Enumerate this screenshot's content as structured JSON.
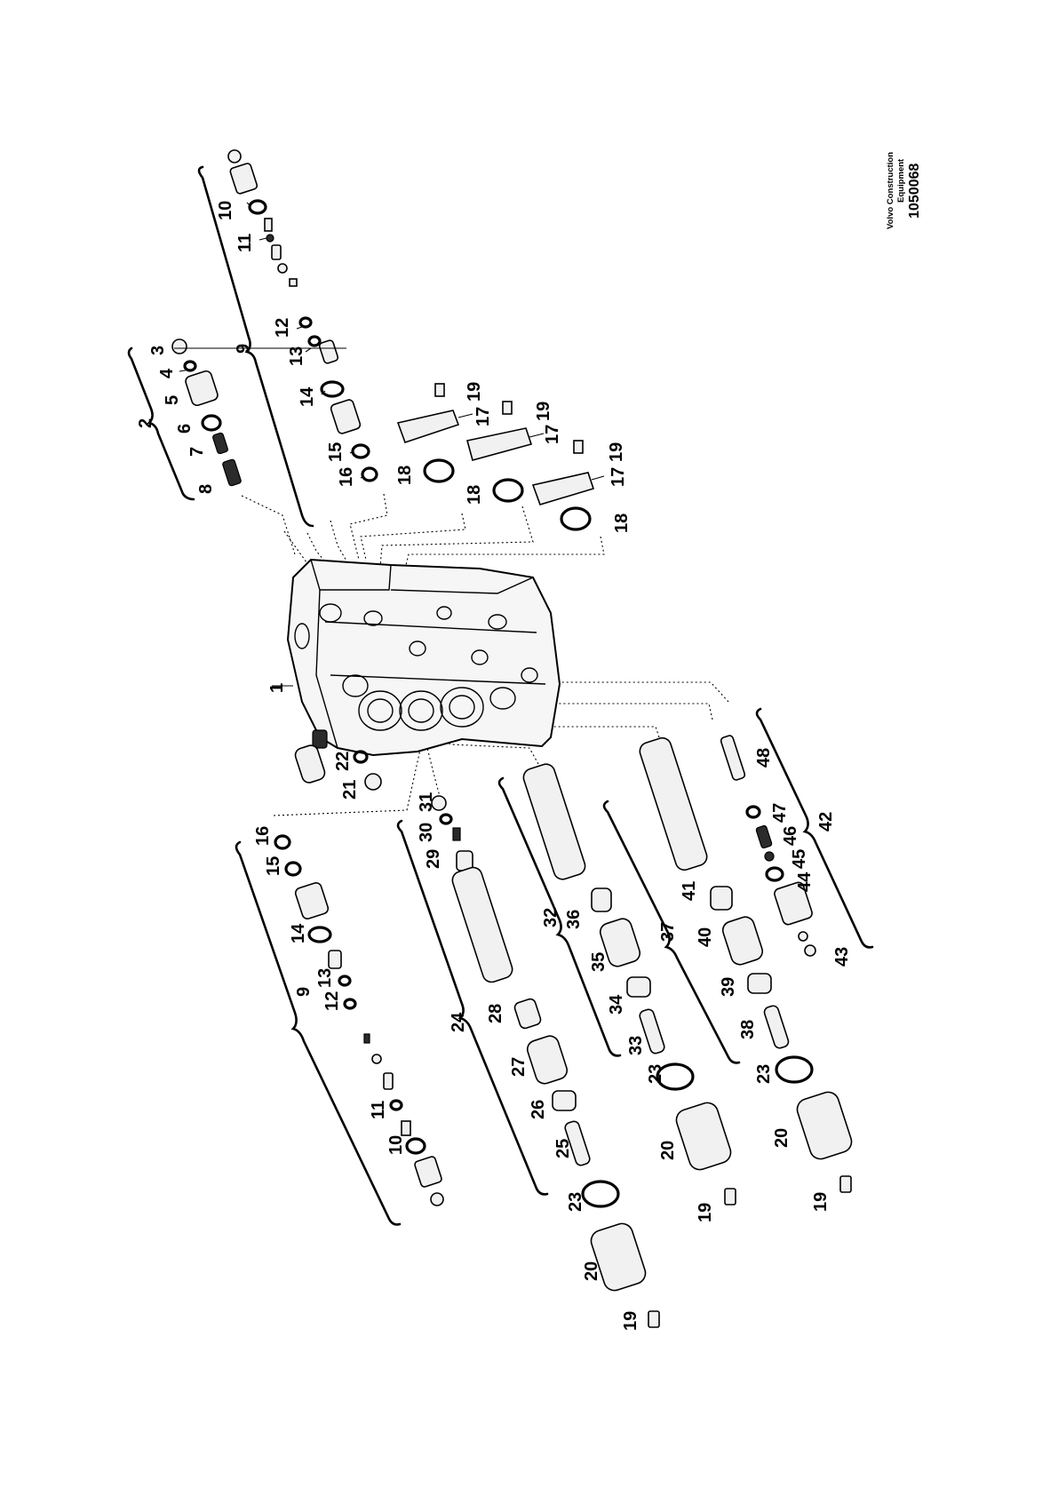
{
  "credit": {
    "company_line1": "Volvo Construction",
    "company_line2": "Equipment",
    "reference": "1050068"
  },
  "callouts": [
    {
      "id": "c1",
      "label": "1"
    },
    {
      "id": "c2",
      "label": "2"
    },
    {
      "id": "c3",
      "label": "3"
    },
    {
      "id": "c4",
      "label": "4"
    },
    {
      "id": "c5",
      "label": "5"
    },
    {
      "id": "c6",
      "label": "6"
    },
    {
      "id": "c7",
      "label": "7"
    },
    {
      "id": "c8",
      "label": "8"
    },
    {
      "id": "c9a",
      "label": "9"
    },
    {
      "id": "c10a",
      "label": "10"
    },
    {
      "id": "c11a",
      "label": "11"
    },
    {
      "id": "c12a",
      "label": "12"
    },
    {
      "id": "c13a",
      "label": "13"
    },
    {
      "id": "c14a",
      "label": "14"
    },
    {
      "id": "c15a",
      "label": "15"
    },
    {
      "id": "c16a",
      "label": "16"
    },
    {
      "id": "c17a",
      "label": "17"
    },
    {
      "id": "c17b",
      "label": "17"
    },
    {
      "id": "c17c",
      "label": "17"
    },
    {
      "id": "c18a",
      "label": "18"
    },
    {
      "id": "c18b",
      "label": "18"
    },
    {
      "id": "c18c",
      "label": "18"
    },
    {
      "id": "c19a",
      "label": "19"
    },
    {
      "id": "c19b",
      "label": "19"
    },
    {
      "id": "c19c",
      "label": "19"
    },
    {
      "id": "c21",
      "label": "21"
    },
    {
      "id": "c22",
      "label": "22"
    },
    {
      "id": "c9b",
      "label": "9"
    },
    {
      "id": "c16b",
      "label": "16"
    },
    {
      "id": "c15b",
      "label": "15"
    },
    {
      "id": "c14b",
      "label": "14"
    },
    {
      "id": "c13b",
      "label": "13"
    },
    {
      "id": "c12b",
      "label": "12"
    },
    {
      "id": "c11b",
      "label": "11"
    },
    {
      "id": "c10b",
      "label": "10"
    },
    {
      "id": "c31",
      "label": "31"
    },
    {
      "id": "c30",
      "label": "30"
    },
    {
      "id": "c29",
      "label": "29"
    },
    {
      "id": "c24",
      "label": "24"
    },
    {
      "id": "c28",
      "label": "28"
    },
    {
      "id": "c27",
      "label": "27"
    },
    {
      "id": "c26",
      "label": "26"
    },
    {
      "id": "c25",
      "label": "25"
    },
    {
      "id": "c23a",
      "label": "23"
    },
    {
      "id": "c20a",
      "label": "20"
    },
    {
      "id": "c19d",
      "label": "19"
    },
    {
      "id": "c32",
      "label": "32"
    },
    {
      "id": "c36",
      "label": "36"
    },
    {
      "id": "c35",
      "label": "35"
    },
    {
      "id": "c34",
      "label": "34"
    },
    {
      "id": "c33",
      "label": "33"
    },
    {
      "id": "c23b",
      "label": "23"
    },
    {
      "id": "c20b",
      "label": "20"
    },
    {
      "id": "c19e",
      "label": "19"
    },
    {
      "id": "c37",
      "label": "37"
    },
    {
      "id": "c41",
      "label": "41"
    },
    {
      "id": "c40",
      "label": "40"
    },
    {
      "id": "c39",
      "label": "39"
    },
    {
      "id": "c38",
      "label": "38"
    },
    {
      "id": "c23c",
      "label": "23"
    },
    {
      "id": "c20c",
      "label": "20"
    },
    {
      "id": "c19f",
      "label": "19"
    },
    {
      "id": "c42",
      "label": "42"
    },
    {
      "id": "c48",
      "label": "48"
    },
    {
      "id": "c47",
      "label": "47"
    },
    {
      "id": "c46",
      "label": "46"
    },
    {
      "id": "c45",
      "label": "45"
    },
    {
      "id": "c44",
      "label": "44"
    },
    {
      "id": "c43",
      "label": "43"
    }
  ]
}
